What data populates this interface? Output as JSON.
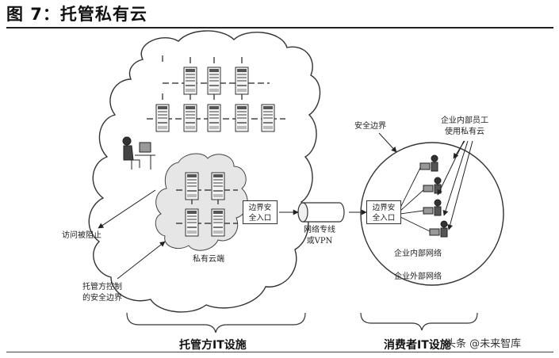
{
  "title": "图 7：托管私有云",
  "labels": {
    "access_blocked": "访问被阻止",
    "provider_security": [
      "托管方控制",
      "的安全边界"
    ],
    "private_cloud": "私有云端",
    "gateway_left": [
      "边界安",
      "全入口"
    ],
    "gateway_right": [
      "边界安",
      "全入口"
    ],
    "tunnel": [
      "网络专线",
      "或VPN"
    ],
    "security_boundary": "安全边界",
    "employees": [
      "企业内部员工",
      "使用私有云"
    ],
    "internal_network": "企业内部网络",
    "external_network": "企业外部网络",
    "provider_infra": "托管方IT设施",
    "consumer_infra": "消费者IT设施"
  },
  "watermark": "头条 @未来智库",
  "icons": {
    "server": "server-icon",
    "admin": "admin-person-icon",
    "employee": "employee-laptop-icon"
  }
}
